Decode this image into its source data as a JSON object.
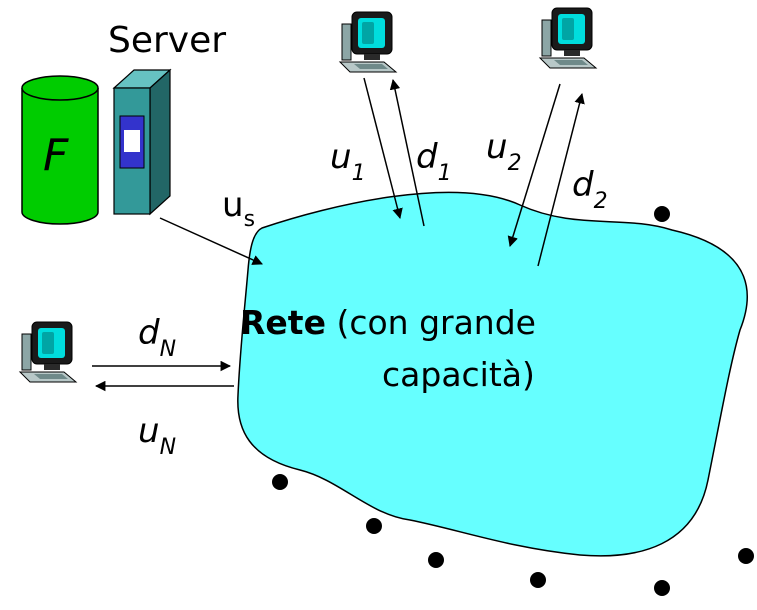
{
  "server": {
    "title": "Server",
    "file_label": "F"
  },
  "network": {
    "name": "Rete",
    "desc_line1": "(con grande",
    "desc_line2": "capacità)"
  },
  "labels": {
    "us_base": "u",
    "us_sub": "s",
    "u1_base": "u",
    "u1_sub": "1",
    "d1_base": "d",
    "d1_sub": "1",
    "u2_base": "u",
    "u2_sub": "2",
    "d2_base": "d",
    "d2_sub": "2",
    "dN_base": "d",
    "dN_sub": "N",
    "uN_base": "u",
    "uN_sub": "N"
  },
  "icons": {
    "file_store": "database-cylinder-icon",
    "server": "server-tower-icon",
    "peer": "desktop-computer-icon"
  },
  "colors": {
    "cloud": "#66ffff",
    "file_store": "#00cc00",
    "server_body": "#339999",
    "server_panel": "#3333cc",
    "monitor_screen": "#00dddd"
  }
}
